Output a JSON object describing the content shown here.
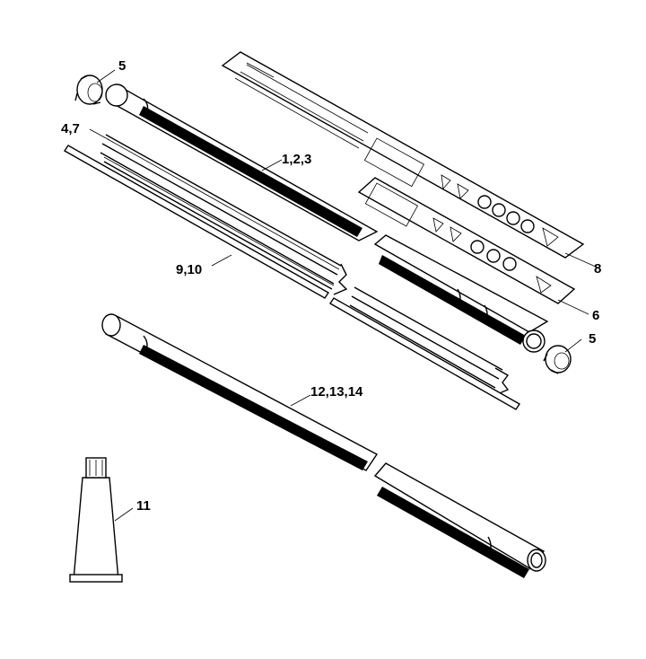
{
  "callouts": {
    "c5_top": "5",
    "c47": "4,7",
    "c123": "1,2,3",
    "c910": "9,10",
    "c8": "8",
    "c6": "6",
    "c5_right": "5",
    "c121314": "12,13,14",
    "c11": "11"
  }
}
